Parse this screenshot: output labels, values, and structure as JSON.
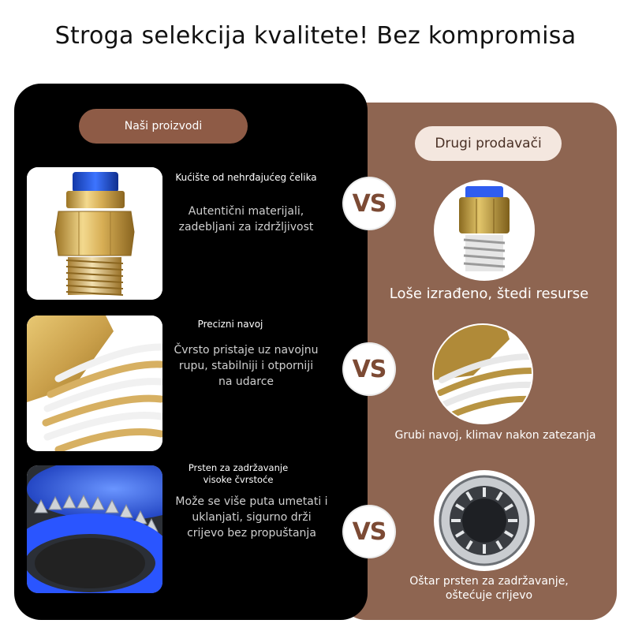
{
  "headline": "Stroga selekcija kvalitete! Bez kompromisa",
  "ours": {
    "badge": "Naši proizvodi",
    "features": [
      {
        "title": "Kućište od nehrđajućeg čelika",
        "desc_lines": [
          "Autentični materijali,",
          "zadebljani za izdržljivost"
        ]
      },
      {
        "title": "Precizni navoj",
        "desc_lines": [
          "Čvrsto pristaje uz navojnu",
          "rupu, stabilniji i otporniji",
          "na udarce"
        ]
      },
      {
        "title_lines": [
          "Prsten za zadržavanje",
          "visoke čvrstoće"
        ],
        "desc_lines": [
          "Može se više puta umetati i",
          "uklanjati, sigurno drži",
          "crijevo bez propuštanja"
        ]
      }
    ]
  },
  "vs_label": "VS",
  "others": {
    "badge": "Drugi prodavači",
    "captions": [
      "Loše izrađeno, štedi resurse",
      "Grubi navoj, klimav nakon zatezanja",
      [
        "Oštar prsten za zadržavanje,",
        "oštećuje crijevo"
      ]
    ]
  },
  "colors": {
    "brown_panel": "#8e6551",
    "dark_panel": "#000000",
    "accent_brown": "#7c4a34",
    "brass": "#d9b25a",
    "fitting_blue": "#1f4fd8"
  }
}
